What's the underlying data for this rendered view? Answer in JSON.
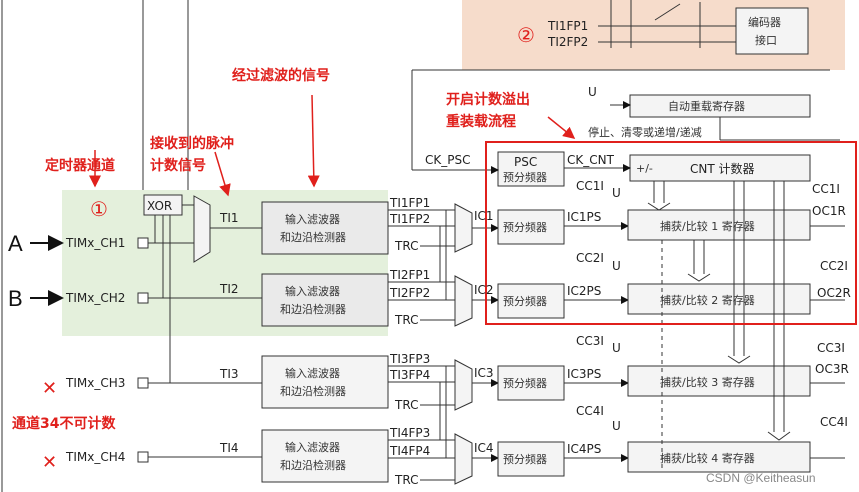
{
  "annotations": {
    "filtered_signal": "经过滤波的信号",
    "received_pulse_l1": "接收到的脉冲",
    "received_pulse_l2": "计数信号",
    "timer_channel": "定时器通道",
    "overflow_l1": "开启计数溢出",
    "overflow_l2": "重装载流程",
    "ch34_note": "通道34不可计数",
    "circle1": "①",
    "circle2": "②"
  },
  "inputs": {
    "a": "A",
    "b": "B",
    "x3": "✕",
    "x4": "✕",
    "ch1": "TIMx_CH1",
    "ch2": "TIMx_CH2",
    "ch3": "TIMx_CH3",
    "ch4": "TIMx_CH4"
  },
  "blocks": {
    "xor": "XOR",
    "filter_l1": "输入滤波器",
    "filter_l2": "和边沿检测器",
    "prescaler": "预分频器",
    "psc_l1": "PSC",
    "psc_l2": "预分频器",
    "cnt": "CNT 计数器",
    "cnt_pm": "+/-",
    "autoreload": "自动重载寄存器",
    "stop_note": "停止、清零或递增/递减",
    "encoder_l1": "编码器",
    "encoder_l2": "接口",
    "cc1": "捕获/比较 1 寄存器",
    "cc2": "捕获/比较 2 寄存器",
    "cc3": "捕获/比较 3 寄存器",
    "cc4": "捕获/比较 4 寄存器"
  },
  "signals": {
    "ti1": "TI1",
    "ti2": "TI2",
    "ti3": "TI3",
    "ti4": "TI4",
    "ti1fp1": "TI1FP1",
    "ti1fp2": "TI1FP2",
    "ti2fp1": "TI2FP1",
    "ti2fp2": "TI2FP2",
    "ti3fp3": "TI3FP3",
    "ti3fp4": "TI3FP4",
    "ti4fp3": "TI4FP3",
    "ti4fp4": "TI4FP4",
    "trc": "TRC",
    "ic1": "IC1",
    "ic2": "IC2",
    "ic3": "IC3",
    "ic4": "IC4",
    "ic1ps": "IC1PS",
    "ic2ps": "IC2PS",
    "ic3ps": "IC3PS",
    "ic4ps": "IC4PS",
    "ck_psc": "CK_PSC",
    "ck_cnt": "CK_CNT",
    "cc1i": "CC1I",
    "cc2i": "CC2I",
    "cc3i": "CC3I",
    "cc4i": "CC4I",
    "u": "U",
    "oc1r": "OC1R",
    "oc2r": "OC2R",
    "oc3r": "OC3R",
    "enc_ti1fp1": "TI1FP1",
    "enc_ti2fp2": "TI2FP2"
  },
  "watermark": "CSDN @Keitheasun",
  "colors": {
    "red": "#e0201c",
    "green_area": "#e4f0dc",
    "peach_area": "#f6dccb",
    "box_fill": "#f4f4f4"
  }
}
